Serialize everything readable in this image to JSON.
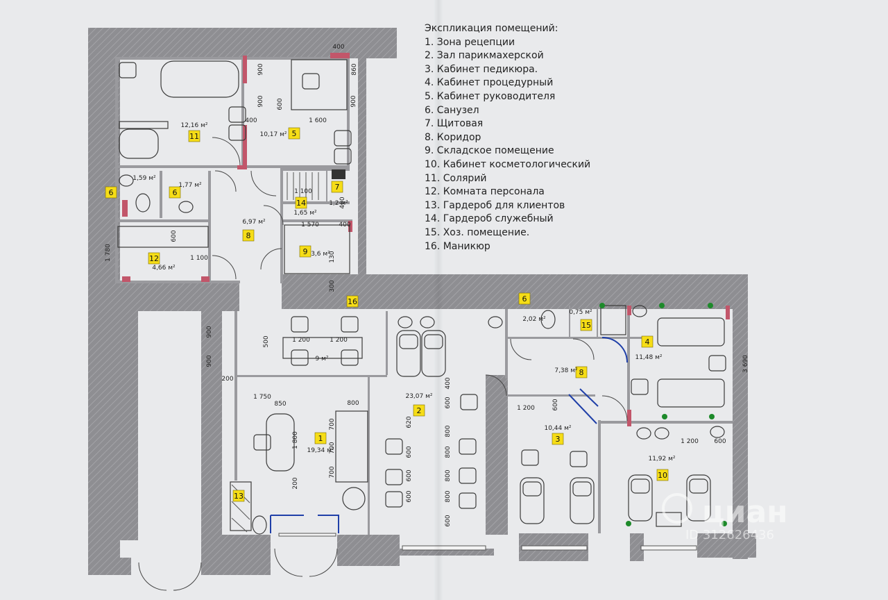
{
  "legend": {
    "title": "Экспликация помещений:",
    "items": [
      "1. Зона рецепции",
      "2. Зал парикмахерской",
      "3. Кабинет педикюра.",
      "4. Кабинет процедурный",
      "5. Кабинет руководителя",
      "6. Санузел",
      "7. Щитовая",
      "8. Коридор",
      "9. Складское помещение",
      "10. Кабинет косметологический",
      "11. Солярий",
      "12. Комната персонала",
      "13. Гардероб для клиентов",
      "14. Гардероб служебный",
      "15. Хоз. помещение.",
      "16. Маникюр"
    ]
  },
  "rooms": [
    {
      "num": "11",
      "area": "12,16 м²"
    },
    {
      "num": "5",
      "area": "10,17 м²"
    },
    {
      "num": "6",
      "area": "1,59 м²"
    },
    {
      "num": "6",
      "area": "1,77 м²"
    },
    {
      "num": "14",
      "area": "1,65 м²"
    },
    {
      "num": "7",
      "area": "1,2 м²"
    },
    {
      "num": "12",
      "area": "4,66 м²"
    },
    {
      "num": "8",
      "area": "6,97 м²"
    },
    {
      "num": "9",
      "area": "3,6 м²"
    },
    {
      "num": "16",
      "area": "9 м²"
    },
    {
      "num": "1",
      "area": "19,34 м²"
    },
    {
      "num": "2",
      "area": "23,07 м²"
    },
    {
      "num": "6",
      "area": "2,02 м²"
    },
    {
      "num": "15",
      "area": "0,75 м²"
    },
    {
      "num": "4",
      "area": "11,48 м²"
    },
    {
      "num": "8",
      "area": "7,38 м²"
    },
    {
      "num": "3",
      "area": "10,44 м²"
    },
    {
      "num": "10",
      "area": "11,92 м²"
    },
    {
      "num": "13",
      "area": ""
    }
  ],
  "dimensions": [
    "400",
    "900",
    "860",
    "900",
    "600",
    "900",
    "1 600",
    "400",
    "1 100",
    "400",
    "1 570",
    "400",
    "130",
    "300",
    "600",
    "1 100",
    "1 780",
    "900",
    "900",
    "500",
    "1 200",
    "1 200",
    "200",
    "1 750",
    "850",
    "800",
    "1 800",
    "200",
    "700",
    "700",
    "700",
    "400",
    "600",
    "800",
    "620",
    "800",
    "600",
    "800",
    "600",
    "800",
    "600",
    "600",
    "1 200",
    "600",
    "1 200",
    "600",
    "3 690"
  ],
  "watermark": {
    "brand": "циан",
    "id": "ID 312626436"
  },
  "colors": {
    "wall": "#8b8b8f",
    "paper": "#e9eaec",
    "tag": "#f6dd17",
    "door": "#1f3fa8",
    "plant": "#1d8a2a",
    "pier": "#c2566a"
  }
}
